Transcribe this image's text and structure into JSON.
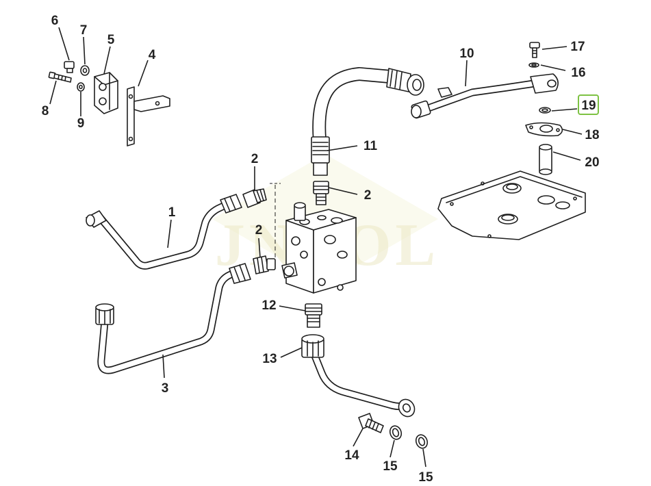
{
  "watermark": "JNROL",
  "highlight_color": "#7dc243",
  "callouts": [
    {
      "id": "c1",
      "text": "1"
    },
    {
      "id": "c2a",
      "text": "2"
    },
    {
      "id": "c2b",
      "text": "2"
    },
    {
      "id": "c2c",
      "text": "2"
    },
    {
      "id": "c3",
      "text": "3"
    },
    {
      "id": "c4",
      "text": "4"
    },
    {
      "id": "c5",
      "text": "5"
    },
    {
      "id": "c6",
      "text": "6"
    },
    {
      "id": "c7",
      "text": "7"
    },
    {
      "id": "c8",
      "text": "8"
    },
    {
      "id": "c9",
      "text": "9"
    },
    {
      "id": "c10",
      "text": "10"
    },
    {
      "id": "c11",
      "text": "11"
    },
    {
      "id": "c12",
      "text": "12"
    },
    {
      "id": "c13",
      "text": "13"
    },
    {
      "id": "c14",
      "text": "14"
    },
    {
      "id": "c15a",
      "text": "15"
    },
    {
      "id": "c15b",
      "text": "15"
    },
    {
      "id": "c16",
      "text": "16"
    },
    {
      "id": "c17",
      "text": "17"
    },
    {
      "id": "c18",
      "text": "18"
    },
    {
      "id": "c19",
      "text": "19"
    },
    {
      "id": "c20",
      "text": "20"
    }
  ]
}
